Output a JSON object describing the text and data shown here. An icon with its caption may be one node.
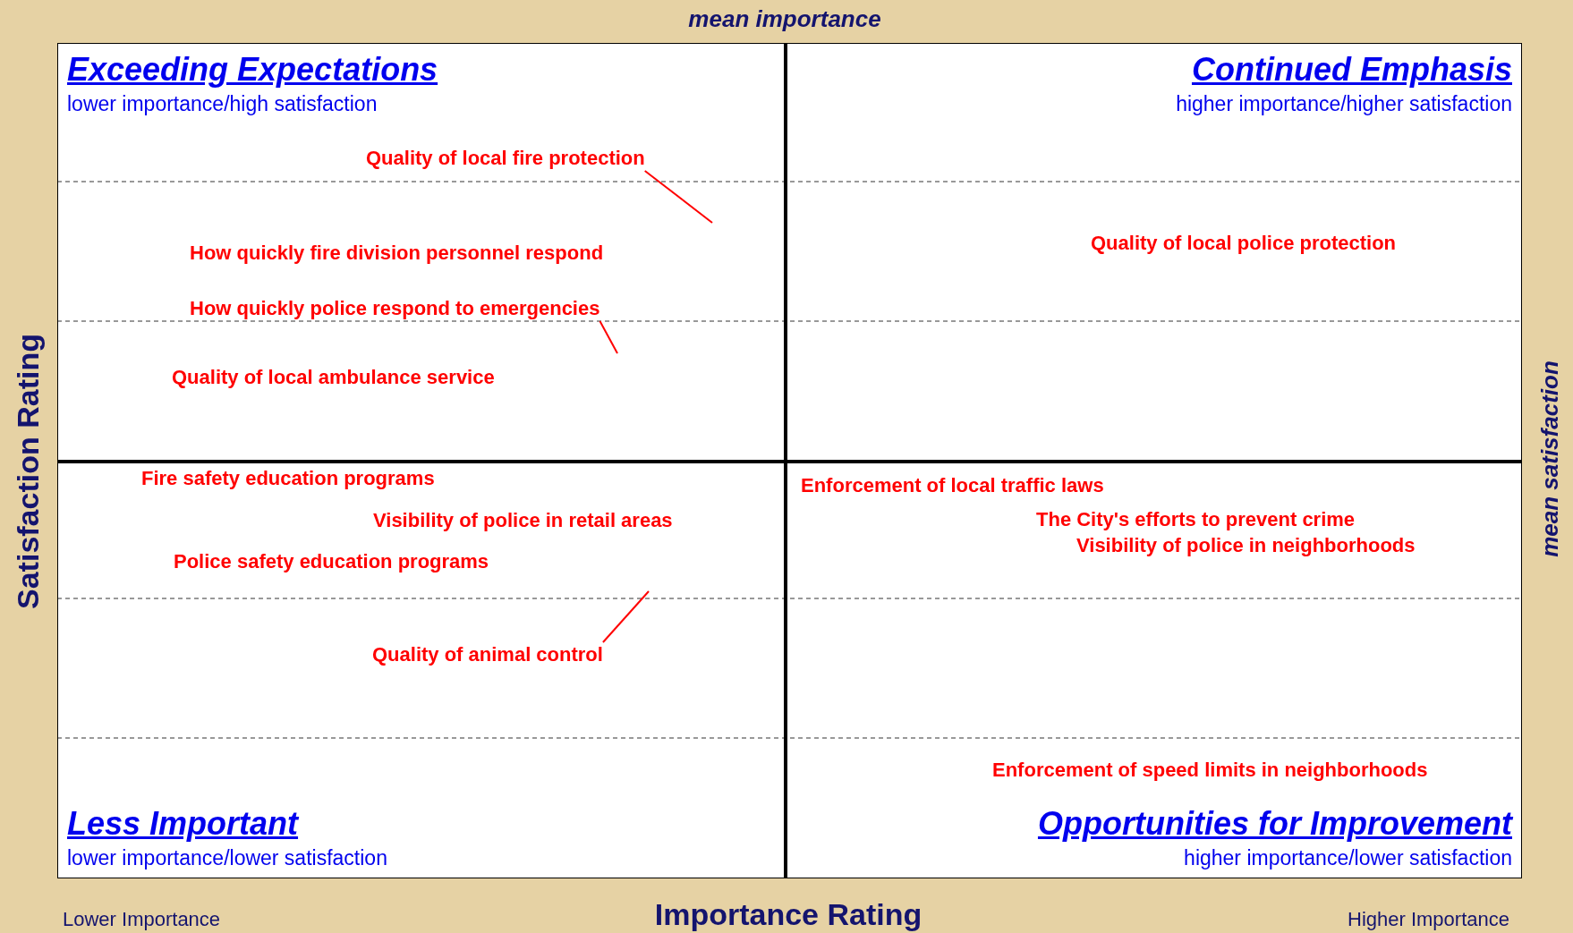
{
  "diagram": {
    "nodes": [
      {
        "text": [
          "Exceeding Expectations",
          "lower importance/high satisfaction"
        ]
      },
      {
        "text": [
          "Quality of local fire protection"
        ],
        "in": 0
      },
      {
        "text": [
          "How quickly police respond to emergencies"
        ],
        "in": 0
      },
      {
        "text": [
          "Continued Emphasis",
          "higher importance/higher satisfaction"
        ]
      },
      {
        "text": [
          "Less Important",
          "lower importance/lower satisfaction"
        ]
      },
      {
        "text": [
          "Quality of animal control"
        ],
        "in": 4
      },
      {
        "text": [
          "Opportunities for Improvement",
          "higher importance/lower satisfaction"
        ]
      }
    ],
    "edges": [
      {
        "from": 1,
        "to": null,
        "arrow": "none"
      },
      {
        "from": 2,
        "to": null,
        "arrow": "none"
      },
      {
        "from": 5,
        "to": null,
        "arrow": "none"
      }
    ],
    "labels": [
      "mean importance",
      "How quickly fire division personnel respond",
      "Quality of local police protection",
      "Quality of local ambulance service",
      "Fire safety education programs",
      "Enforcement of local traffic laws",
      "Visibility of police in retail areas",
      "The City's efforts to prevent crime",
      "Visibility of police in neighborhoods",
      "Police safety education programs",
      "Enforcement of speed limits in neighborhoods",
      "Satisfaction Rating",
      "mean satisfaction",
      "Lower Importance",
      "Importance Rating",
      "Higher Importance"
    ]
  }
}
